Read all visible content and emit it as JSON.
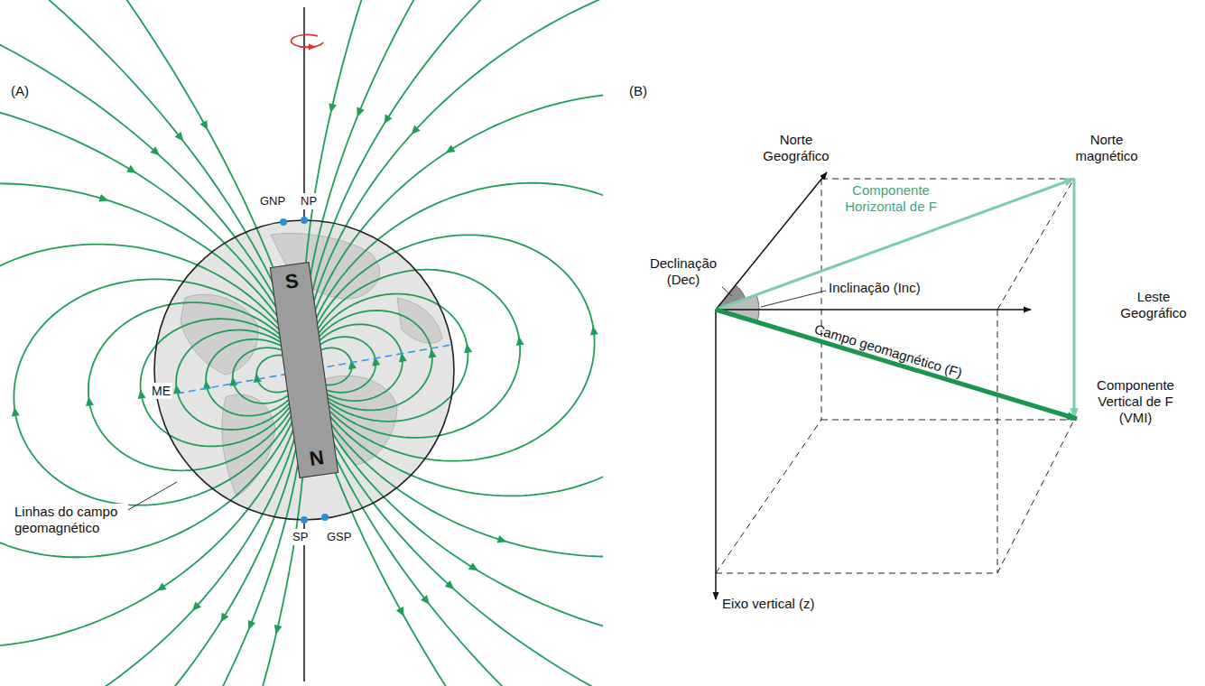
{
  "diagram": {
    "nodes": [
      {
        "text": [
          "S",
          "N"
        ]
      }
    ],
    "labels": [
      "(A)",
      "GNP",
      "NP",
      "ME",
      "SP",
      "GSP",
      "Linhas do campo geomagnético",
      "(B)",
      "Norte Geográfico",
      "Norte magnético",
      "Componente Horizontal de F",
      "Declinação (Dec)",
      "Inclinação (Inc)",
      "Leste Geográfico",
      "Campo geomagnético (F)",
      "Componente Vertical de F (VMI)",
      "Eixo vertical (z)"
    ]
  }
}
